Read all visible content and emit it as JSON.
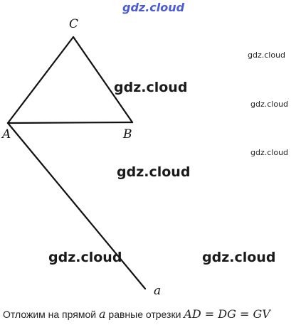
{
  "watermarks": {
    "top": "gdz.cloud",
    "mid_right_1": "gdz.cloud",
    "mid_right_2": "gdz.cloud",
    "mid_right_3": "gdz.cloud",
    "center_1": "gdz.cloud",
    "center_2": "gdz.cloud",
    "bottom_left": "gdz.cloud",
    "bottom_right": "gdz.cloud"
  },
  "points": {
    "A": "A",
    "B": "B",
    "C": "C",
    "a": "a"
  },
  "caption": {
    "text": "Отложим на прямой ",
    "line_name": "a",
    "rest": " равные отрезки ",
    "formula": "AD = DG = GV"
  },
  "colors": {
    "stroke": "#111111",
    "watermark_top": "#4a5bd4"
  }
}
